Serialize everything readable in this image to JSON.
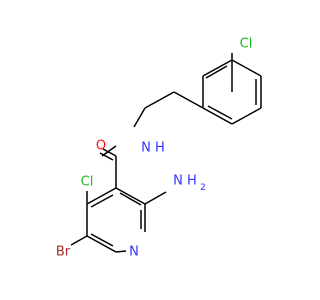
{
  "colors": {
    "carbon_bonds": "#000000",
    "nitrogen": "#3333ff",
    "oxygen": "#ff0d0d",
    "chlorine": "#1fb81f",
    "bromine": "#a52a2a"
  },
  "atom_labels": {
    "cl_top": "Cl",
    "nh": "N H",
    "o": "O",
    "cl_ring": "Cl",
    "nh2": "N H",
    "nh2_sub": "2",
    "br": "Br",
    "n_ring": "N"
  }
}
